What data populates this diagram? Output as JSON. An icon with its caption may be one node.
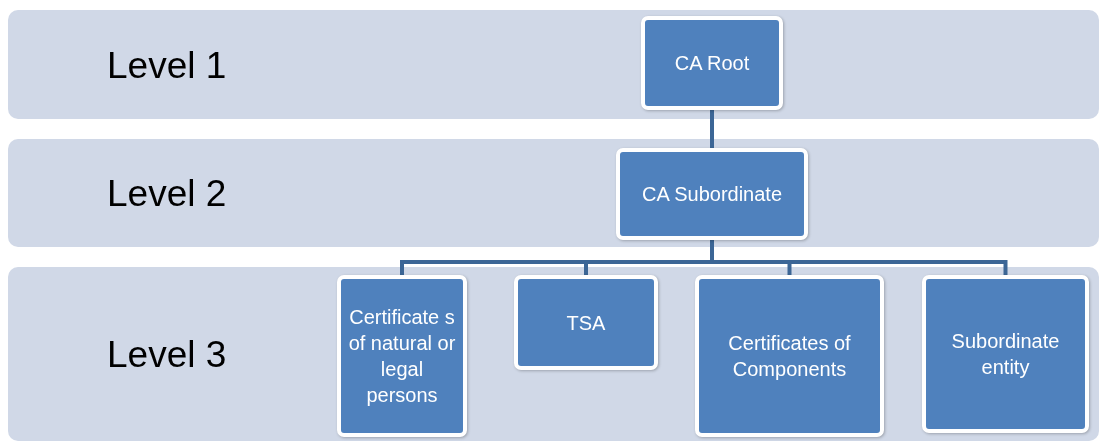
{
  "diagram": {
    "nodes": [
      {
        "text": [
          "Level 1"
        ]
      },
      {
        "text": [
          "CA Root"
        ],
        "in": 0
      },
      {
        "text": [
          "Level 2"
        ]
      },
      {
        "text": [
          "CA Subordinate"
        ],
        "in": 2
      },
      {
        "text": [
          "Level 3"
        ]
      },
      {
        "text": [
          "Certificate s of natural or legal persons"
        ],
        "in": 4
      },
      {
        "text": [
          "TSA"
        ],
        "in": 4
      },
      {
        "text": [
          "Certificates of Components"
        ],
        "in": 4
      },
      {
        "text": [
          "Subordinate entity"
        ],
        "in": 4
      }
    ],
    "edges": [
      {
        "from": 1,
        "to": 3,
        "arrow": "none"
      },
      {
        "from": 3,
        "to": 5,
        "arrow": "none"
      },
      {
        "from": 3,
        "to": 6,
        "arrow": "none"
      },
      {
        "from": 3,
        "to": 7,
        "arrow": "none"
      },
      {
        "from": 3,
        "to": 8,
        "arrow": "none"
      }
    ]
  }
}
